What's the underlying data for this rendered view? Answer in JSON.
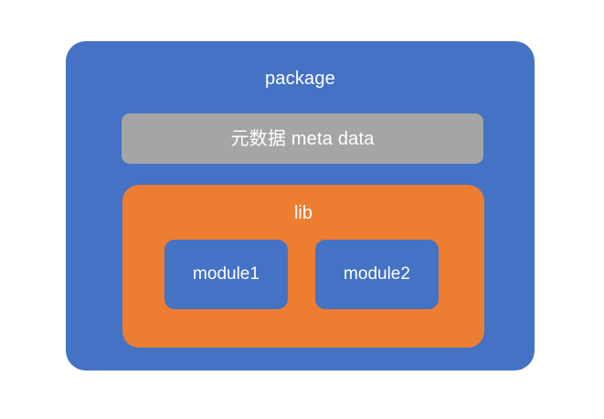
{
  "diagram": {
    "type": "nested-container-diagram",
    "background_color": "#FFFFFF",
    "package": {
      "label": "package",
      "color": "#4472C4",
      "text_color": "#FFFFFF",
      "meta": {
        "label": "元数据 meta data",
        "color": "#A5A5A5",
        "text_color": "#FFFFFF"
      },
      "lib": {
        "label": "lib",
        "color": "#ED7D31",
        "text_color": "#FFFFFF",
        "modules": [
          {
            "label": "module1",
            "color": "#4472C4",
            "text_color": "#FFFFFF"
          },
          {
            "label": "module2",
            "color": "#4472C4",
            "text_color": "#FFFFFF"
          }
        ]
      }
    }
  }
}
